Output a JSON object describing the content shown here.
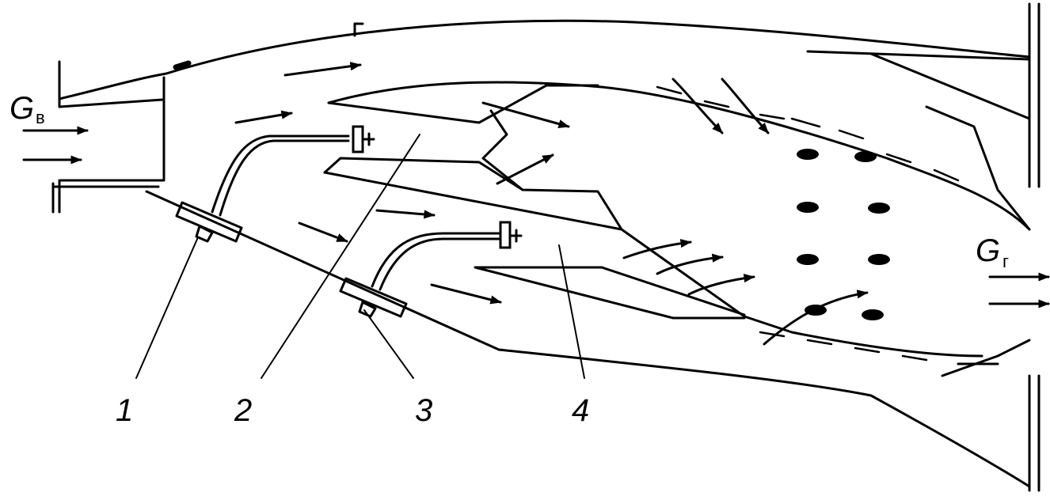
{
  "flow_labels": {
    "inlet": {
      "symbol": "G",
      "subscript": "в"
    },
    "outlet": {
      "symbol": "G",
      "subscript": "г"
    }
  },
  "callouts": [
    "1",
    "2",
    "3",
    "4"
  ],
  "colors": {
    "ink": "#000000",
    "background": "#ffffff"
  }
}
